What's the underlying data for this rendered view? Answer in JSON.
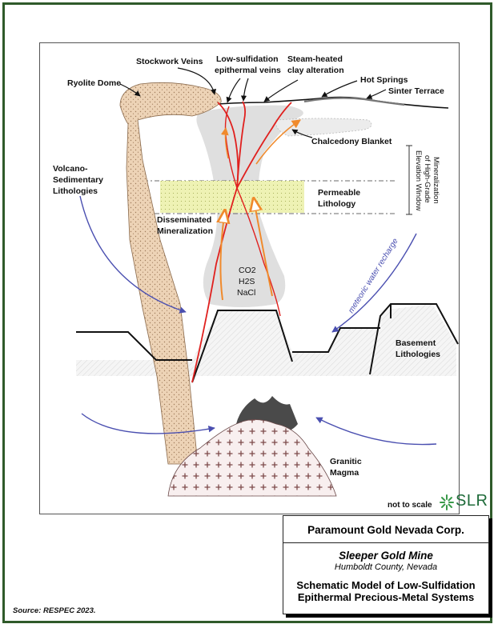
{
  "labels": {
    "stockwork_veins": "Stockwork Veins",
    "low_sulf_1": "Low-sulfidation",
    "low_sulf_2": "epithermal veins",
    "steam_1": "Steam-heated",
    "steam_2": "clay alteration",
    "hot_springs": "Hot Springs",
    "sinter_terrace": "Sinter Terrace",
    "ryolite_dome": "Ryolite Dome",
    "chalcedony_blanket": "Chalcedony Blanket",
    "volcano_1": "Volcano-",
    "volcano_2": "Sedimentary",
    "volcano_3": "Lithologies",
    "elevation_1": "Elevation Window",
    "elevation_2": "of High-Grade",
    "elevation_3": "Mineralization",
    "permeable_1": "Permeable",
    "permeable_2": "Lithology",
    "disseminated_1": "Disseminated",
    "disseminated_2": "Mineralization",
    "co2": "CO2",
    "h2s": "H2S",
    "nacl": "NaCl",
    "meteoric": "meteoric water recharge",
    "basement_1": "Basement",
    "basement_2": "Lithologies",
    "granitic_1": "Granitic",
    "granitic_2": "Magma"
  },
  "not_to_scale": "not to scale",
  "logo": "SLR",
  "title_block": {
    "company": "Paramount Gold Nevada Corp.",
    "mine": "Sleeper Gold Mine",
    "county": "Humboldt County, Nevada",
    "caption_1": "Schematic Model of Low-Sulfidation",
    "caption_2": "Epithermal Precious-Metal Systems"
  },
  "source": "Source:  RESPEC 2023.",
  "colors": {
    "vein_red": "#e0201e",
    "fluid_orange": "#f08a2c",
    "recharge_blue": "#4a4fb0",
    "dome_tan": "#edd3b6",
    "alteration_gray": "#dcdcdc",
    "permeable_yellow": "#eef2b4",
    "frame_green": "#2f5a2a",
    "logo_green": "#1f6b3a"
  }
}
